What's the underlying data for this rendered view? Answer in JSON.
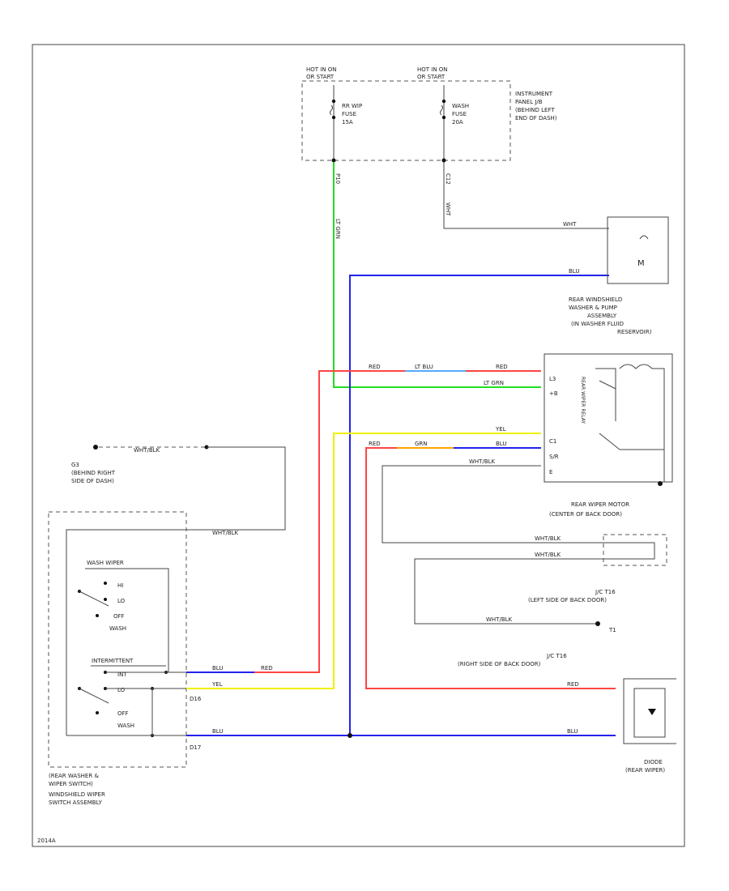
{
  "colors": {
    "green": "#22dd22",
    "blue": "#2222ee",
    "red": "#ff4444",
    "yellow": "#f0f000",
    "orange": "#ffa500",
    "gray": "#444444"
  },
  "fuse_box": {
    "hot1": [
      "HOT IN ON",
      "OR START"
    ],
    "hot2": [
      "HOT IN ON",
      "OR START"
    ],
    "fuse1": [
      "RR WIP",
      "FUSE",
      "15A"
    ],
    "fuse2": [
      "WASH",
      "FUSE",
      "20A"
    ],
    "location": [
      "INSTRUMENT",
      "PANEL J/B",
      "(BEHIND LEFT",
      "END OF DASH)"
    ],
    "pin1": "P10",
    "pin2": "C12"
  },
  "wire_labels": {
    "lt_grn_vert": "LT GRN",
    "wht_vert": "WHT",
    "wht": "WHT",
    "blu_pump": "BLU",
    "red1": "RED",
    "lt_blu": "LT BLU",
    "red2": "RED",
    "lt_grn": "LT GRN",
    "yel": "YEL",
    "red3": "RED",
    "grn": "GRN",
    "blu_motor": "BLU",
    "wht_blk_motor": "WHT/BLK",
    "wht_blk_ground": "WHT/BLK",
    "wht_blk_switch": "WHT/BLK",
    "wht_blk_jc1": "WHT/BLK",
    "wht_blk_jc2": "WHT/BLK",
    "wht_blk_jc3": "WHT/BLK",
    "blu_sw": "BLU",
    "red_sw": "RED",
    "yel_sw": "YEL",
    "blu_bottom": "BLU",
    "red_diode": "RED",
    "blu_diode": "BLU"
  },
  "pump": {
    "label": [
      "REAR WINDSHIELD",
      "WASHER & PUMP",
      "ASSEMBLY",
      "(IN WASHER FLUID",
      "RESERVOIR)"
    ]
  },
  "motor": {
    "label": [
      "REAR WIPER MOTOR",
      "(CENTER OF BACK DOOR)"
    ],
    "pins": [
      "L3",
      "+B",
      "C1",
      "S/R",
      "E"
    ],
    "internal": "REAR WIPER RELAY"
  },
  "ground": {
    "id": "G3",
    "label": [
      "(BEHIND RIGHT",
      "SIDE OF DASH)"
    ]
  },
  "switch": {
    "wash_label": "WASH WIPER",
    "wash_positions": [
      "HI",
      "LO",
      "OFF",
      "WASH"
    ],
    "int_label": "INTERMITTENT",
    "int_positions": [
      "INT",
      "LO",
      "OFF",
      "WASH"
    ],
    "name": [
      "(REAR WASHER &",
      "WIPER SWITCH)"
    ],
    "assembly": [
      "WINDSHIELD WIPER",
      "SWITCH ASSEMBLY"
    ],
    "conn1": "D16",
    "conn2": "D17"
  },
  "jc1": {
    "label": [
      "J/C T16",
      "(LEFT SIDE OF BACK DOOR)"
    ]
  },
  "jc2": {
    "id": "T1",
    "label": [
      "J/C T16",
      "(RIGHT SIDE OF BACK DOOR)"
    ]
  },
  "diode": {
    "label": [
      "DIODE",
      "(REAR WIPER)"
    ]
  },
  "footer": "2014A"
}
